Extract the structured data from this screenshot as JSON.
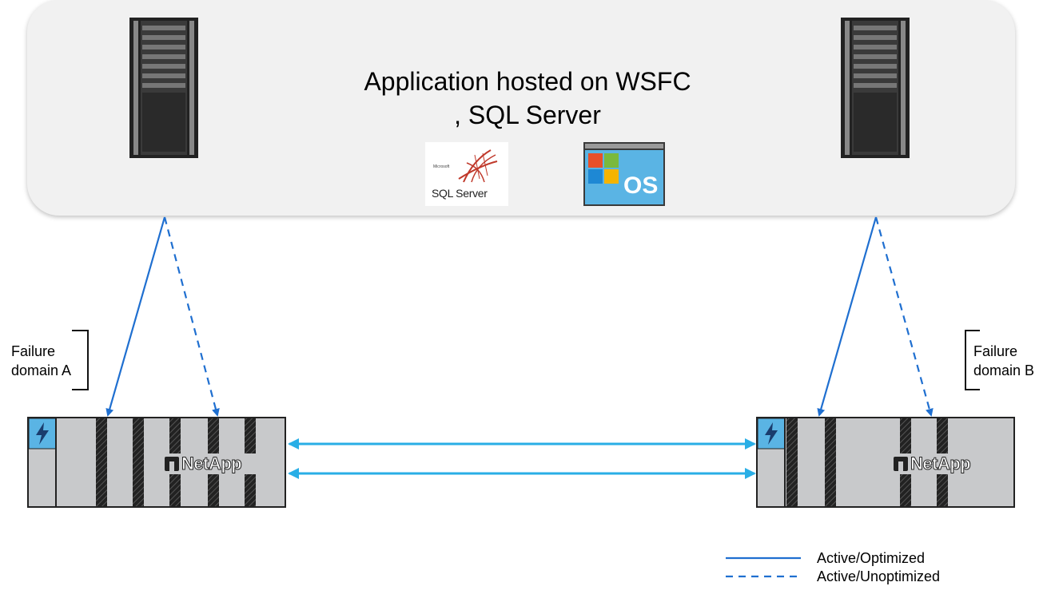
{
  "host": {
    "title_line1": "Application hosted on WSFC",
    "title_line2": ", SQL Server",
    "sql_logo": {
      "small_text": "Microsoft",
      "text": "SQL Server"
    },
    "os_icon": {
      "text": "OS"
    }
  },
  "failure_domains": {
    "a": {
      "line1": "Failure",
      "line2": "domain A"
    },
    "b": {
      "line1": "Failure",
      "line2": "domain B"
    }
  },
  "storage": {
    "brand": "NetApp",
    "icon": "lightning-icon"
  },
  "legend": {
    "active_optimized": "Active/Optimized",
    "active_unoptimized": "Active/Unoptimized"
  },
  "colors": {
    "path_blue": "#1f6fd0",
    "replication_cyan": "#29aee6",
    "panel_bg": "#f1f1f1",
    "storage_gray": "#c8c9cb",
    "bolt_tile": "#5ab4e4"
  }
}
